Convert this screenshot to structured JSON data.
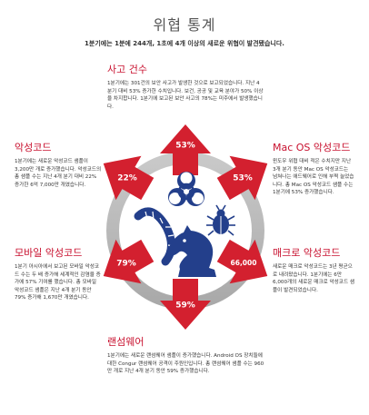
{
  "page": {
    "title": "위협 통계",
    "subtitle": "1분기에는 1분에 244개, 1초에 4개 이상의 새로운 위협이 발견됐습니다."
  },
  "sections": {
    "incidents": {
      "heading": "사고 건수",
      "body": "1분기에는 301건의 보안 사고가 발생한 것으로 보고되었습니다. 지난 4분기 대비 53% 증가한 수치입니다. 보건, 공공 및 교육 분야가 50% 이상을 차지합니다. 1분기에 보고된 보안 사고의 78%는 미주에서 발생했습니다."
    },
    "malware": {
      "heading": "악성코드",
      "body": "1분기에는 새로운 악성코드 샘플이 3,200만 개로 증가했습니다. 악성코드의 총 샘플 수는 지난 4개 분기 대비 22% 증가한 6억 7,000만 개였습니다."
    },
    "macos": {
      "heading": "Mac OS 악성코드",
      "body": "윈도우 위협 대비 적은 수치지만 지난 3개 분기 동안 Mac OS 악성코드는 넘쳐나는 애드웨어로 인해 부쩍 늘었습니다. 총 Mac OS 악성코드 샘플 수는 1분기에 53% 증가했습니다."
    },
    "mobile": {
      "heading": "모바일 악성코드",
      "body": "1분기 아시아에서 보고된 모바일 악성코드 수는 두 배 증가해 세계적인 감염율 증가에 57% 기여를 했습니다. 총 모바일 악성코드 샘플은 지난 4개 분기 동안 79% 증가해 1,670만 개였습니다."
    },
    "macro": {
      "heading": "매크로 악성코드",
      "body": "새로운 매크로 악성코드는 3년 평균으로 내려왔습니다. 1분기에는 6만 6,000개의 새로운 매크로 악성코드 샘플이 발견되었습니다."
    },
    "ransomware": {
      "heading": "랜섬웨어",
      "body": "1분기에는 새로운 랜섬웨어 샘플이 증가했습니다. Android OS 장치들에 대한 Congur 랜섬웨어 공격이 주원인입니다. 총 랜섬웨어 샘플 수는 960만 개로 지난 4개 분기 동안 59% 증가했습니다."
    }
  },
  "arrows": {
    "top": "53%",
    "upper_left": "22%",
    "upper_right": "53%",
    "lower_left": "79%",
    "lower_right": "66,000",
    "bottom": "59%"
  },
  "colors": {
    "accent_red": "#c8102e",
    "arrow_red": "#d3202f",
    "ring_gray": "#b7b7b7",
    "icon_navy": "#233f8b"
  },
  "icons": [
    "biohazard-icon",
    "worm-icon",
    "bug-icon",
    "trojan-horse-icon"
  ]
}
